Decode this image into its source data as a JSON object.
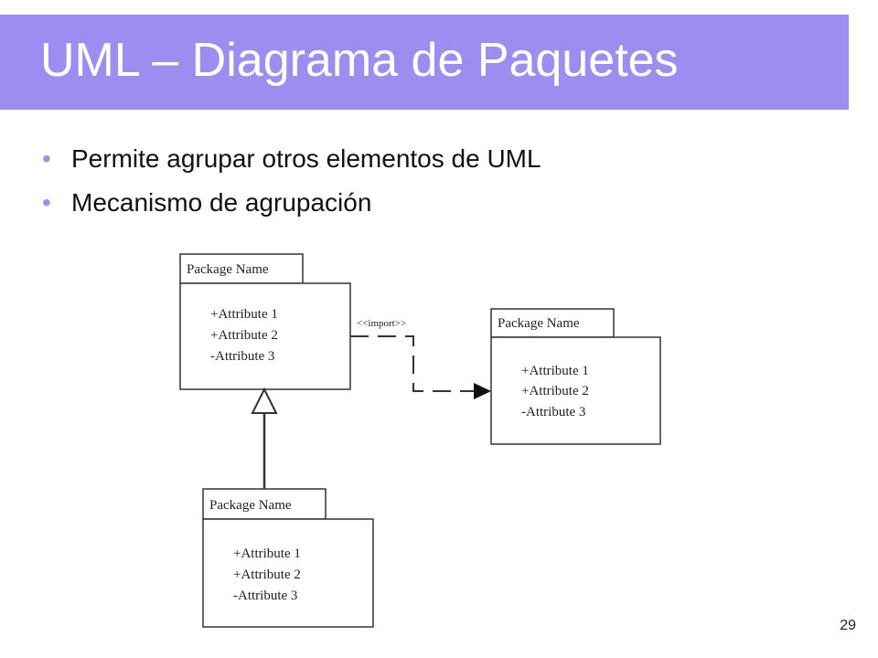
{
  "slide": {
    "title": "UML – Diagrama de Paquetes",
    "bullets": [
      "Permite agrupar otros elementos de UML",
      "Mecanismo de agrupación"
    ],
    "page_number": "29"
  },
  "diagram": {
    "packages": [
      {
        "name": "Package Name",
        "attributes": [
          "+Attribute 1",
          "+Attribute 2",
          "-Attribute 3"
        ]
      },
      {
        "name": "Package Name",
        "attributes": [
          "+Attribute 1",
          "+Attribute 2",
          "-Attribute 3"
        ]
      },
      {
        "name": "Package Name",
        "attributes": [
          "+Attribute 1",
          "+Attribute 2",
          "-Attribute 3"
        ]
      }
    ],
    "import_label": "<<import>>"
  },
  "colors": {
    "title_bar": "#9b8ef0",
    "bullet": "#9b8ef0"
  }
}
